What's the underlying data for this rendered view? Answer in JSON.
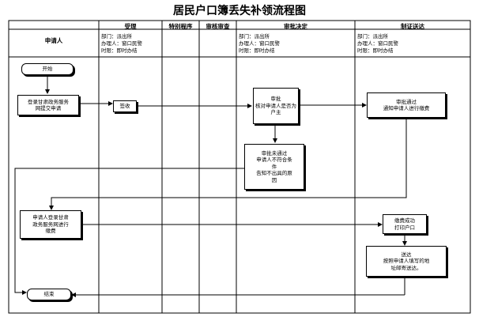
{
  "title": "居民户口簿丢失补领流程图",
  "lanes": {
    "applicant": "申请人",
    "accept": "受理",
    "special": "特别程序",
    "review": "审核审查",
    "approve": "审批决定",
    "issue": "制证送达"
  },
  "lane_info": {
    "accept": "部门：派出所\n办理人：窗口民警\n时限：即时办结",
    "approve": "部门：派出所\n办理人：窗口民警\n时限：即时办结",
    "issue": "部门：派出所\n办理人：窗口民警\n时限：即时办结"
  },
  "nodes": {
    "start": "开始",
    "apply": "登录甘肃政务服务\n网提交申请",
    "receive": "签收",
    "approve_check": "审批\n核对申请人是否为\n户主",
    "reject": "审批未通过\n申请人不符合条\n件\n告知不出具的原\n因",
    "approved": "审批通过\n通知申请人进行缴费",
    "pay": "申请人登录甘肃\n政务服务网进行\n缴费",
    "paid": "缴费成功\n打印户口",
    "deliver": "送达\n按照申请人填写的地\n址邮寄送达。",
    "end": "结束"
  }
}
